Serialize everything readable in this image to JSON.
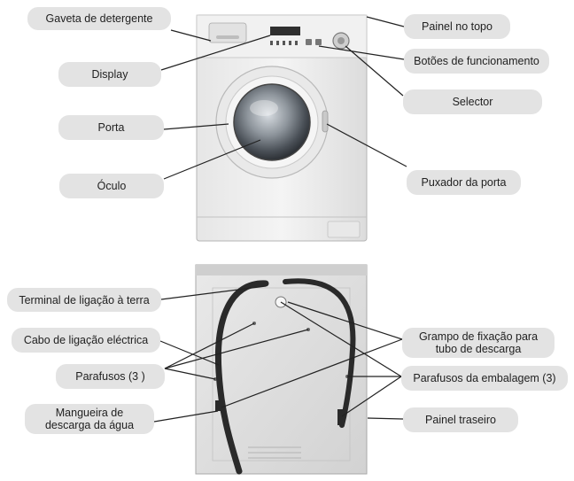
{
  "front_labels": {
    "detergent_drawer": "Gaveta de detergente",
    "display": "Display",
    "door": "Porta",
    "porthole": "Óculo",
    "top_panel": "Painel no topo",
    "function_buttons": "Botões de funcionamento",
    "selector": "Selector",
    "door_handle": "Puxador da porta"
  },
  "rear_labels": {
    "earth_terminal": "Terminal de ligação à terra",
    "power_cable": "Cabo de ligação eléctrica",
    "screws": "Parafusos (3 )",
    "drain_hose_line1": "Mangueira de",
    "drain_hose_line2": "descarga da água",
    "clamp_line1": "Grampo de fixação para",
    "clamp_line2": "tubo de descarga",
    "packaging_screws": "Parafusos da embalagem (3)",
    "rear_panel": "Painel traseiro"
  },
  "colors": {
    "label_bg": "#e3e3e3",
    "leader_line": "#222222",
    "machine_body": "#eeeeee",
    "rear_panel": "#dedede",
    "hose": "#2a2a2a"
  }
}
